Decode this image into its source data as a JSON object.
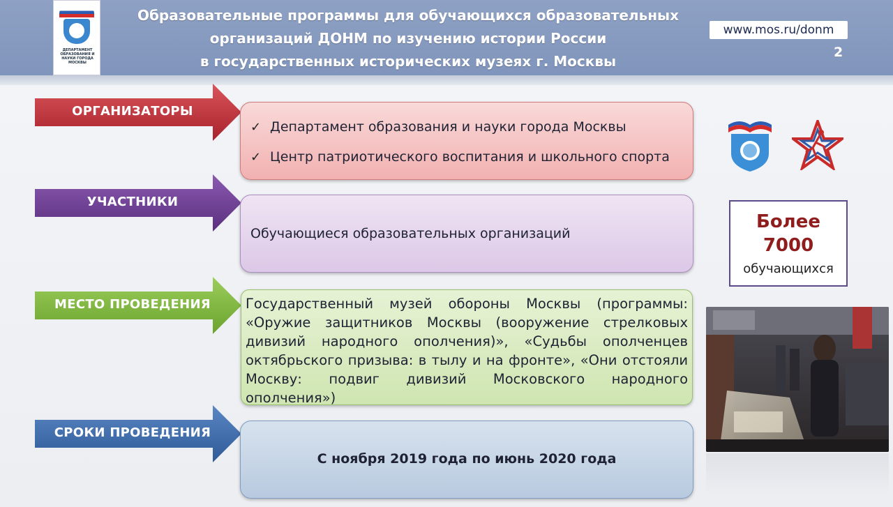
{
  "header": {
    "title_lines": [
      "Образовательные программы для обучающихся образовательных",
      "организаций ДОНМ по изучению истории России",
      "в государственных исторических музеях г. Москвы"
    ],
    "site": "www.mos.ru/donm",
    "page_number": "2",
    "logo_text": "ДЕПАРТАМЕНТ ОБРАЗОВАНИЯ И НАУКИ ГОРОДА МОСКВЫ"
  },
  "sections": {
    "organizers": {
      "label": "ОРГАНИЗАТОРЫ",
      "color": "#b8323a",
      "items": [
        "Департамент образования и науки города Москвы",
        "Центр патриотического воспитания и школьного спорта"
      ]
    },
    "participants": {
      "label": "УЧАСТНИКИ",
      "color": "#6b3f8f",
      "text": "Обучающиеся образовательных организаций"
    },
    "venue": {
      "label": "МЕСТО ПРОВЕДЕНИЯ",
      "color": "#7ab33e",
      "text": "Государственный музей обороны Москвы (программы: «Оружие защитников Москвы (вооружение стрелковых дивизий народного ополчения)», «Судьбы ополченцев октябрьского призыва: в тылу и на фронте», «Они отстояли Москву: подвиг дивизий Московского народного ополчения»)"
    },
    "dates": {
      "label": "СРОКИ ПРОВЕДЕНИЯ",
      "color": "#3d68a6",
      "text": "С ноября 2019 года по июнь 2020 года"
    }
  },
  "stat": {
    "line1": "Более",
    "line2": "7000",
    "line3": "обучающихся"
  }
}
